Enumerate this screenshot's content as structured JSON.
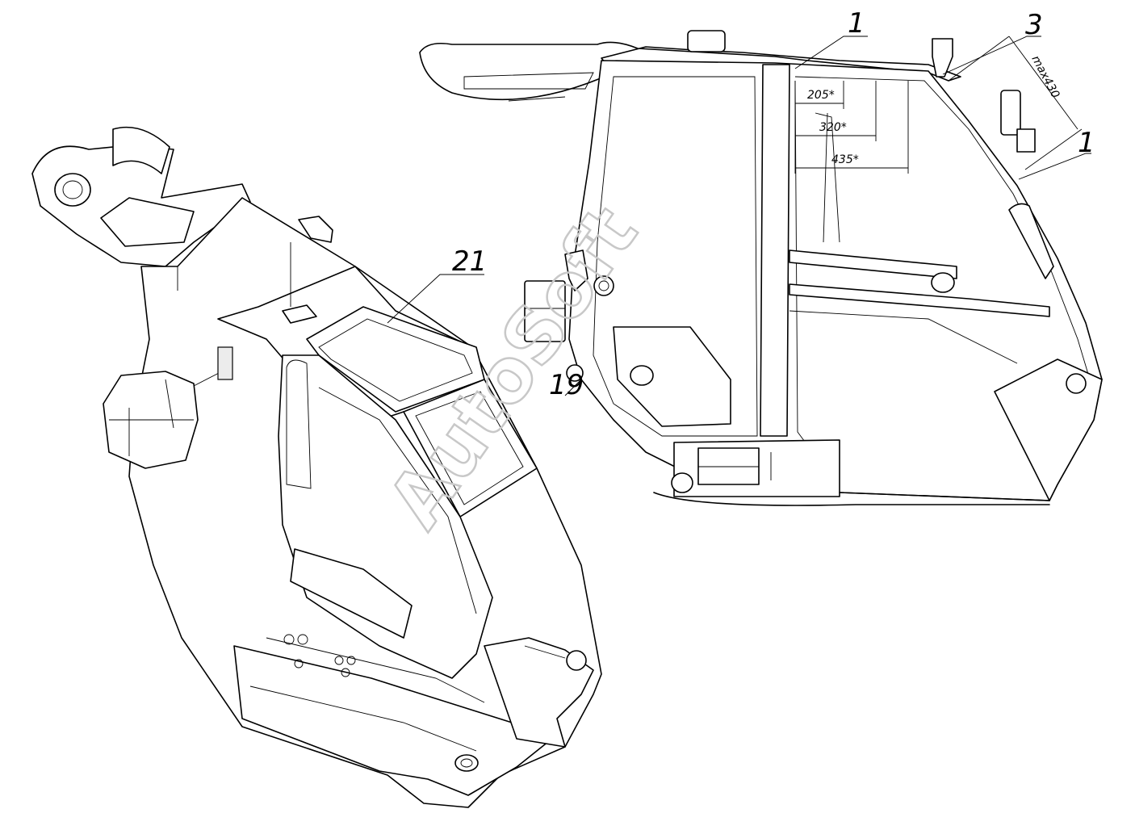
{
  "watermark": "AutoSoft",
  "callouts": {
    "c1_top": "1",
    "c3": "3",
    "c1_right": "1",
    "c21": "21",
    "c19": "19"
  },
  "dimensions": {
    "d205": "205*",
    "d320": "320*",
    "d435": "435*",
    "dmax": "max430"
  }
}
